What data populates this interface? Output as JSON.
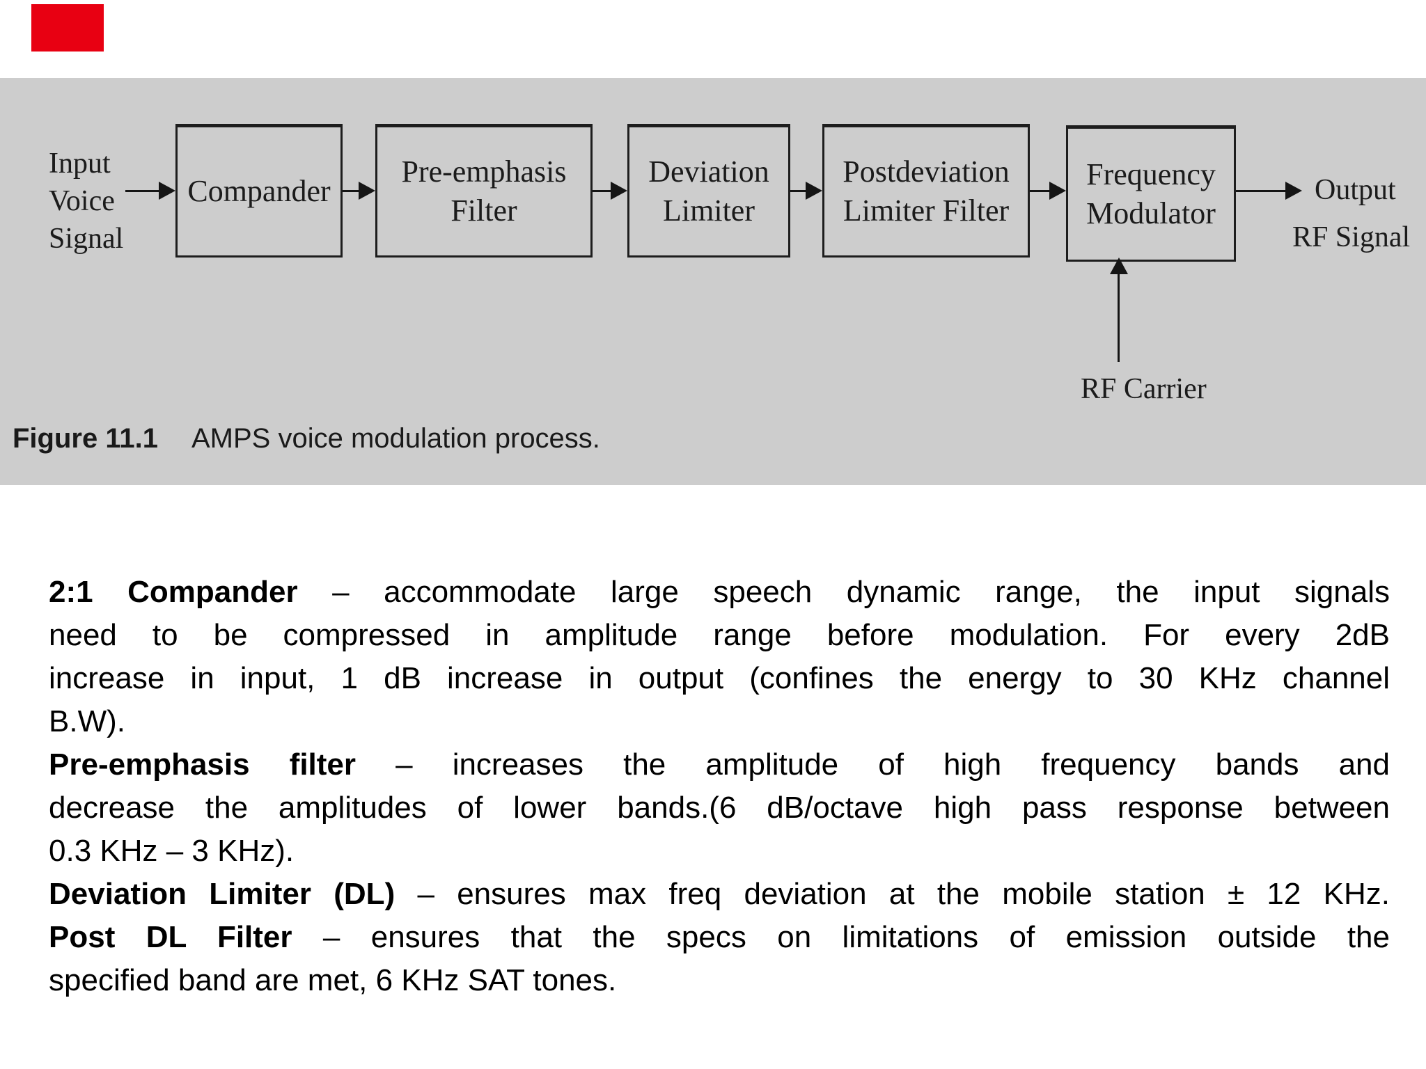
{
  "marker": {
    "color": "#e80012"
  },
  "figure": {
    "background": "#cdcdcd",
    "caption": {
      "label": "Figure 11.1",
      "text": "AMPS voice modulation process."
    },
    "input_label": [
      "Input",
      "Voice",
      "Signal"
    ],
    "output_label": [
      "Output",
      "RF Signal"
    ],
    "rf_carrier": "RF Carrier",
    "blocks": [
      "Compander",
      "Pre-emphasis Filter",
      "Deviation Limiter",
      "Postdeviation Limiter Filter",
      "Frequency Modulator"
    ]
  },
  "notes": {
    "lines": [
      {
        "bold": "2:1 Compander",
        "text": "– accommodate large speech dynamic range, the input signals",
        "justify": true
      },
      {
        "text": "need to be compressed in amplitude range before modulation. For every 2dB",
        "justify": true
      },
      {
        "text": "increase in input, 1 dB increase in output (confines the energy to 30 KHz channel",
        "justify": true
      },
      {
        "text": "B.W).",
        "justify": false
      },
      {
        "bold": "Pre-emphasis filter",
        "text": "– increases the amplitude of high frequency bands and",
        "justify": true
      },
      {
        "text": "decrease the amplitudes of lower bands.(6 dB/octave high pass response between",
        "justify": true
      },
      {
        "text": "0.3 KHz – 3 KHz).",
        "justify": false
      },
      {
        "bold": "Deviation Limiter (DL)",
        "text": "– ensures max freq deviation at the mobile station ± 12 KHz.",
        "justify": true
      },
      {
        "bold": "Post DL Filter",
        "text": "– ensures that the specs on limitations of emission outside the",
        "justify": true
      },
      {
        "text": "specified band are met, 6 KHz SAT tones.",
        "justify": false
      }
    ]
  }
}
